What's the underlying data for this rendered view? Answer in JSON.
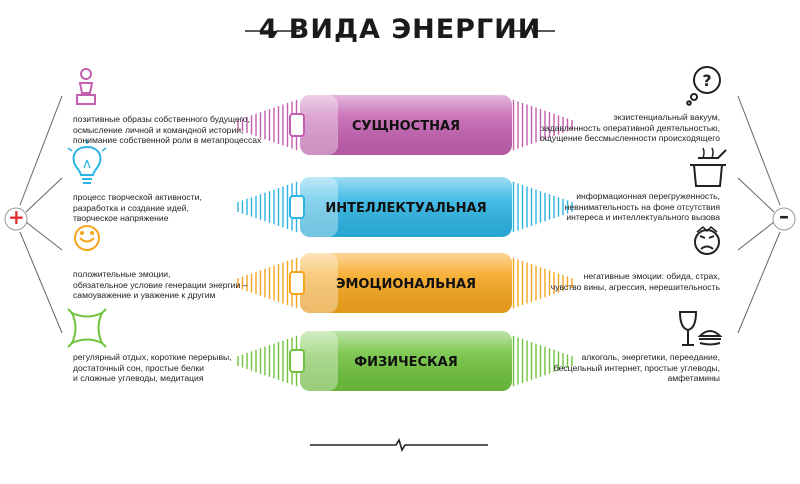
{
  "title": "4 ВИДА ЭНЕРГИИ",
  "plus_sign": "+",
  "minus_sign": "–",
  "colors": {
    "spiritual": "#c35fb0",
    "intellectual": "#2bb4e4",
    "emotional": "#f6a51c",
    "physical": "#6ec23c",
    "plus": "#e03030",
    "lines": "#555555"
  },
  "energies": [
    {
      "label": "СУЩНОСТНАЯ",
      "color_key": "spiritual",
      "left_icon": "person-pedestal-icon",
      "left_lines": [
        "позитивные образы собственного будущего,",
        "осмысление личной и командной истории,",
        "понимание собственной роли в метапроцессах"
      ],
      "right_icon": "question-thought-icon",
      "right_lines": [
        "экзистенциальный вакуум,",
        "задавленность оперативной деятельностью,",
        "ощущение бессмысленности происходящего"
      ]
    },
    {
      "label": "ИНТЕЛЛЕКТУАЛЬНАЯ",
      "color_key": "intellectual",
      "left_icon": "lightbulb-icon",
      "left_lines": [
        "процесс творческой активности,",
        "разработка и создание идей,",
        "творческое напряжение"
      ],
      "right_icon": "boiling-pot-icon",
      "right_lines": [
        "информационная перегруженность,",
        "невнимательность на фоне отсутствия",
        "интереса и интеллектуального вызова"
      ]
    },
    {
      "label": "ЭМОЦИОНАЛЬНАЯ",
      "color_key": "emotional",
      "left_icon": "smiley-face-icon",
      "left_lines": [
        "положительные эмоции,",
        "обязательное условие генерации энергии –",
        "самоуважение и уважение к другим"
      ],
      "right_icon": "angry-face-icon",
      "right_lines": [
        "негативные эмоции: обида, страх,",
        "чувство вины, агрессия, нерешительность"
      ]
    },
    {
      "label": "ФИЗИЧЕСКАЯ",
      "color_key": "physical",
      "left_icon": "pillow-icon",
      "left_lines": [
        "регулярный отдых, короткие перерывы,",
        "достаточный сон, простые белки",
        "и сложные углеводы, медитация"
      ],
      "right_icon": "wine-burger-icon",
      "right_lines": [
        "алкоголь, энергетики, переедание,",
        "бесцельный интернет, простые углеводы,",
        "амфетамины"
      ]
    }
  ]
}
